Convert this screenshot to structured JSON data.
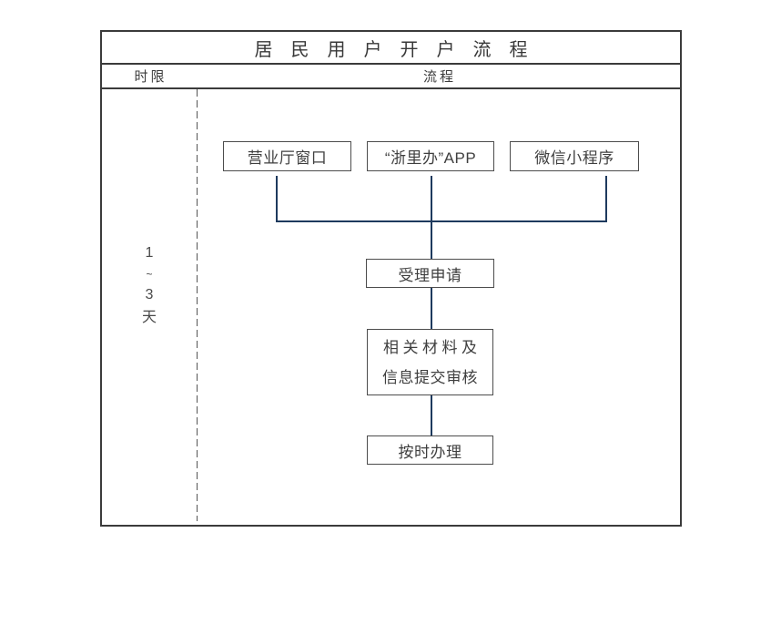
{
  "title": "居民用户开户流程",
  "columns": {
    "time_limit": "时限",
    "process": "流程"
  },
  "time_limit": {
    "chars": [
      "1",
      "~",
      "3",
      "天"
    ]
  },
  "channels": [
    {
      "label": "营业厅窗口"
    },
    {
      "label": "“浙里办”APP"
    },
    {
      "label": "微信小程序"
    }
  ],
  "steps": [
    {
      "label": "受理申请"
    },
    {
      "line1": "相关材料及",
      "line2": "信息提交审核"
    },
    {
      "label": "按时办理"
    }
  ],
  "colors": {
    "connector": "#1e3a5e",
    "table_border": "#3b3b3b",
    "box_border": "#4c4c4c",
    "text": "#3f3f3f"
  }
}
